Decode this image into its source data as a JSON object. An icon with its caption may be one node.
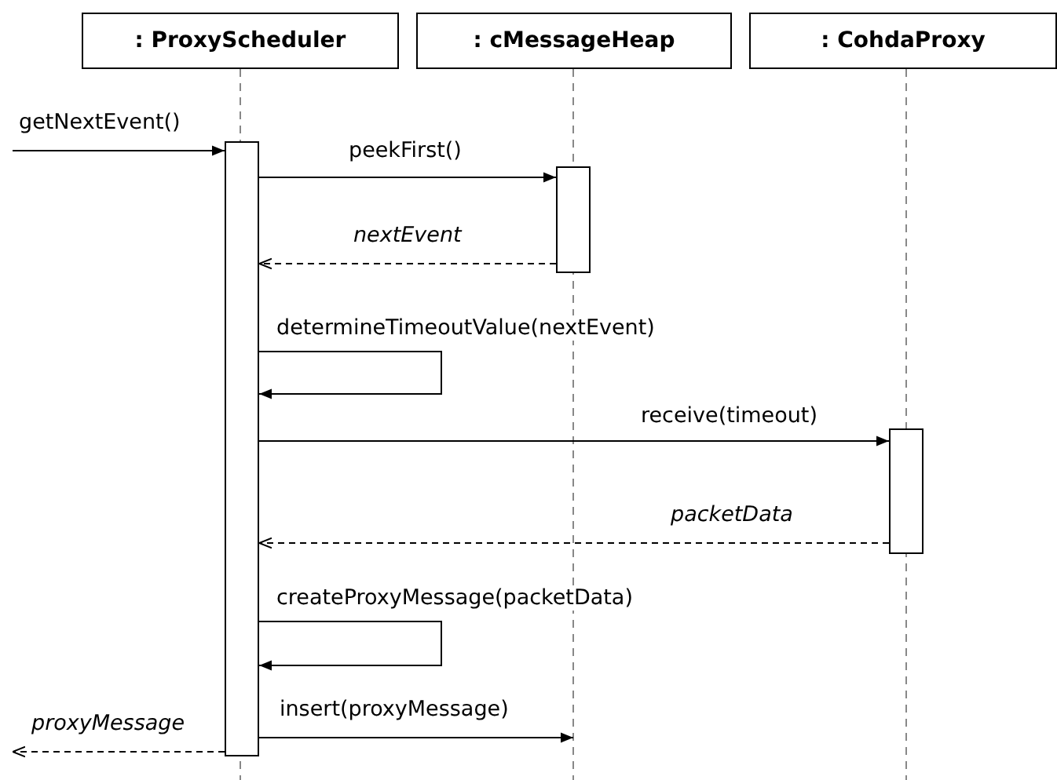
{
  "diagram": {
    "nodes": [
      {
        "text": [
          ": ProxyScheduler"
        ]
      },
      {
        "text": [
          ": cMessageHeap"
        ]
      },
      {
        "text": [
          ": CohdaProxy"
        ]
      },
      {
        "text": [],
        "shape": "bar"
      },
      {
        "text": [],
        "shape": "bar"
      },
      {
        "text": [],
        "shape": "bar"
      }
    ],
    "edges": [
      {
        "from": null,
        "to": 3,
        "arrow": "to",
        "label": "getNextEvent()"
      },
      {
        "from": 3,
        "to": 4,
        "arrow": "to",
        "label": "peekFirst()"
      },
      {
        "from": 4,
        "to": 3,
        "arrow": "to",
        "label": "nextEvent",
        "style": "dashed"
      },
      {
        "from": 3,
        "to": 3,
        "arrow": "to",
        "label": "determineTimeoutValue(nextEvent)"
      },
      {
        "from": 3,
        "to": 5,
        "arrow": "to",
        "label": "receive(timeout)"
      },
      {
        "from": 5,
        "to": 3,
        "arrow": "to",
        "label": "packetData",
        "style": "dashed"
      },
      {
        "from": 3,
        "to": 3,
        "arrow": "to",
        "label": "createProxyMessage(packetData)"
      },
      {
        "from": 3,
        "to": null,
        "arrow": "to",
        "label": "insert(proxyMessage)"
      },
      {
        "from": 3,
        "to": null,
        "arrow": "to",
        "label": "proxyMessage",
        "style": "dashed"
      }
    ]
  }
}
